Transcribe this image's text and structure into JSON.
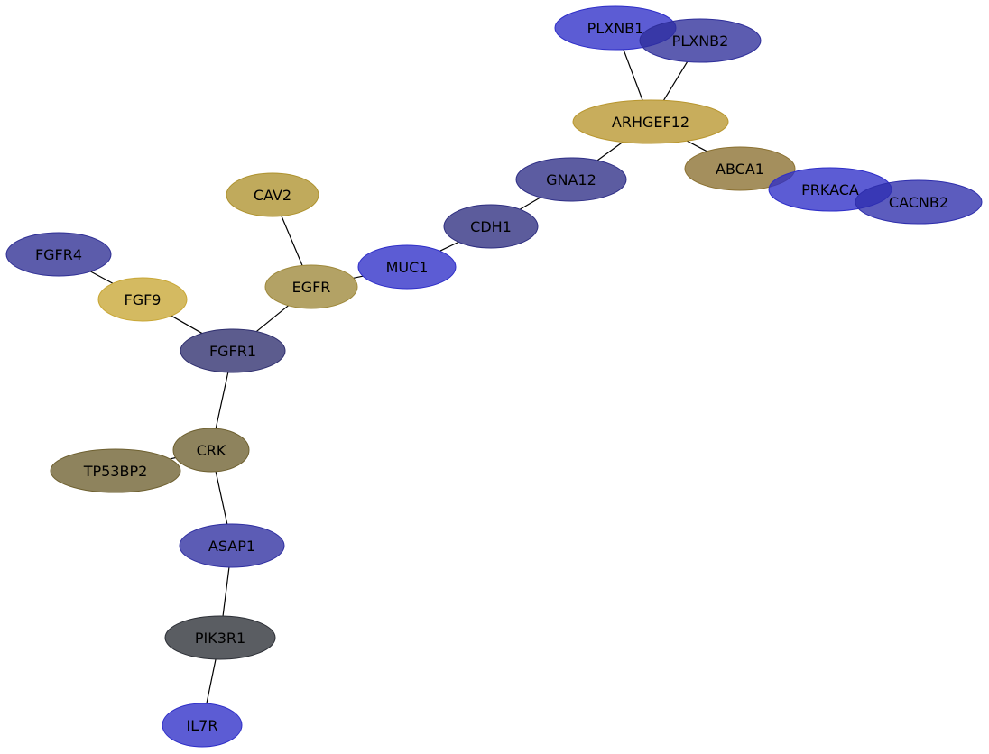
{
  "nodes": [
    {
      "id": "PLXNB1",
      "label": "PLXNB1",
      "color": "#2E2EC8"
    },
    {
      "id": "PLXNB2",
      "label": "PLXNB2",
      "color": "#2E2E9A"
    },
    {
      "id": "ARHGEF12",
      "label": "ARHGEF12",
      "color": "#B8962E"
    },
    {
      "id": "ABCA1",
      "label": "ABCA1",
      "color": "#8A7030"
    },
    {
      "id": "PRKACA",
      "label": "PRKACA",
      "color": "#2E2EC8"
    },
    {
      "id": "CACNB2",
      "label": "CACNB2",
      "color": "#2E2EAC"
    },
    {
      "id": "GNA12",
      "label": "GNA12",
      "color": "#2E2E86"
    },
    {
      "id": "CDH1",
      "label": "CDH1",
      "color": "#2E2E80"
    },
    {
      "id": "MUC1",
      "label": "MUC1",
      "color": "#2E2EC8"
    },
    {
      "id": "CAV2",
      "label": "CAV2",
      "color": "#AE922E"
    },
    {
      "id": "EGFR",
      "label": "EGFR",
      "color": "#9E883A"
    },
    {
      "id": "FGFR4",
      "label": "FGFR4",
      "color": "#2E2E94"
    },
    {
      "id": "FGF9",
      "label": "FGF9",
      "color": "#C8A634"
    },
    {
      "id": "FGFR1",
      "label": "FGFR1",
      "color": "#2E2E6E"
    },
    {
      "id": "CRK",
      "label": "CRK",
      "color": "#6E6030"
    },
    {
      "id": "TP53BP2",
      "label": "TP53BP2",
      "color": "#6E6030"
    },
    {
      "id": "ASAP1",
      "label": "ASAP1",
      "color": "#2E2EA0"
    },
    {
      "id": "PIK3R1",
      "label": "PIK3R1",
      "color": "#2C2F36"
    },
    {
      "id": "IL7R",
      "label": "IL7R",
      "color": "#2E2EC8"
    }
  ],
  "edges": [
    [
      "PLXNB1",
      "ARHGEF12"
    ],
    [
      "PLXNB2",
      "ARHGEF12"
    ],
    [
      "ARHGEF12",
      "GNA12"
    ],
    [
      "ARHGEF12",
      "ABCA1"
    ],
    [
      "GNA12",
      "CDH1"
    ],
    [
      "CDH1",
      "MUC1"
    ],
    [
      "MUC1",
      "EGFR"
    ],
    [
      "CAV2",
      "EGFR"
    ],
    [
      "EGFR",
      "FGFR1"
    ],
    [
      "FGFR4",
      "FGF9"
    ],
    [
      "FGF9",
      "FGFR1"
    ],
    [
      "FGFR1",
      "CRK"
    ],
    [
      "CRK",
      "TP53BP2"
    ],
    [
      "CRK",
      "ASAP1"
    ],
    [
      "ASAP1",
      "PIK3R1"
    ],
    [
      "PIK3R1",
      "IL7R"
    ]
  ]
}
